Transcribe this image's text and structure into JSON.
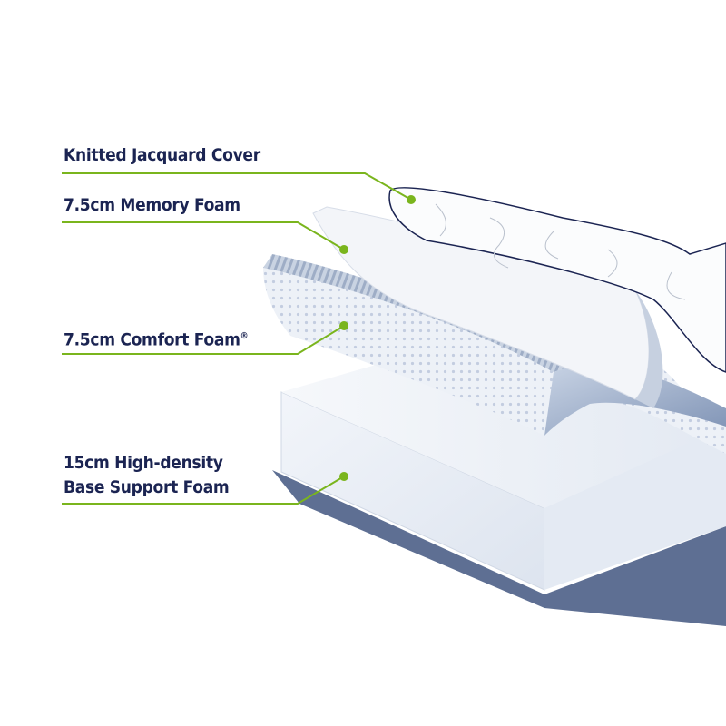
{
  "layers": [
    {
      "label": "Knitted Jacquard Cover"
    },
    {
      "label": "7.5cm Memory Foam"
    },
    {
      "label": "7.5cm Comfort Foam",
      "mark": "®"
    },
    {
      "label_line1": "15cm High-density",
      "label_line2": "Base Support Foam"
    }
  ],
  "colors": {
    "text": "#1b2452",
    "leader_line": "#7ab51d",
    "foam_light": "#e9eef6",
    "foam_shadow": "#9aabc6",
    "base_edge": "#5e6f93"
  }
}
